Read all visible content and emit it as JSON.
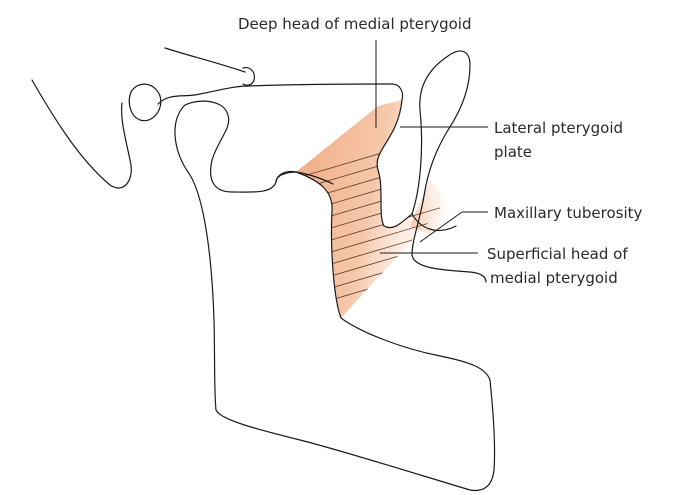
{
  "labels": {
    "deep_head": "Deep head of medial pterygoid",
    "lateral_plate_line1": "Lateral pterygoid",
    "lateral_plate_line2": "plate",
    "maxillary_tuberosity": "Maxillary tuberosity",
    "superficial_head_line1": "Superficial head of",
    "superficial_head_line2": "medial pterygoid"
  },
  "colors": {
    "muscle_fill": "#f0b48c",
    "outline": "#1a1a1a",
    "text": "#2a2a2a"
  }
}
